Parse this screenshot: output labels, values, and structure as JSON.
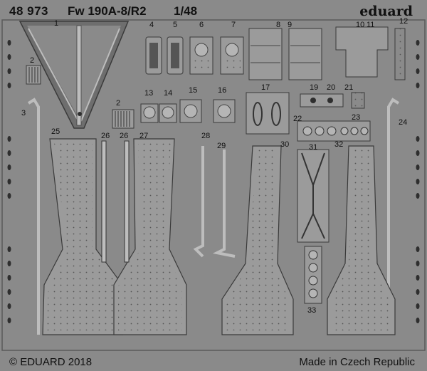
{
  "header": {
    "code": "48 973",
    "model": "Fw 190A-8/R2",
    "scale": "1/48",
    "brand": "eduard"
  },
  "footer": {
    "copyright": "© EDUARD 2018",
    "origin": "Made in Czech Republic"
  },
  "part_numbers": {
    "p1": "1",
    "p2a": "2",
    "p2b": "2",
    "p3": "3",
    "p4": "4",
    "p5": "5",
    "p6": "6",
    "p7": "7",
    "p8": "8",
    "p9": "9",
    "p10": "10",
    "p11": "11",
    "p12": "12",
    "p13": "13",
    "p14": "14",
    "p15": "15",
    "p16": "16",
    "p17": "17",
    "p19": "19",
    "p20": "20",
    "p21": "21",
    "p22": "22",
    "p23": "23",
    "p24": "24",
    "p25": "25",
    "p26a": "26",
    "p26b": "26",
    "p27": "27",
    "p28": "28",
    "p29": "29",
    "p30": "30",
    "p31": "31",
    "p32": "32",
    "p33": "33"
  },
  "colors": {
    "fret": "#8a8a8a",
    "part": "#9b9b9b",
    "edge": "#3a3a3a",
    "hole": "#2e2e2e",
    "text": "#111111"
  }
}
